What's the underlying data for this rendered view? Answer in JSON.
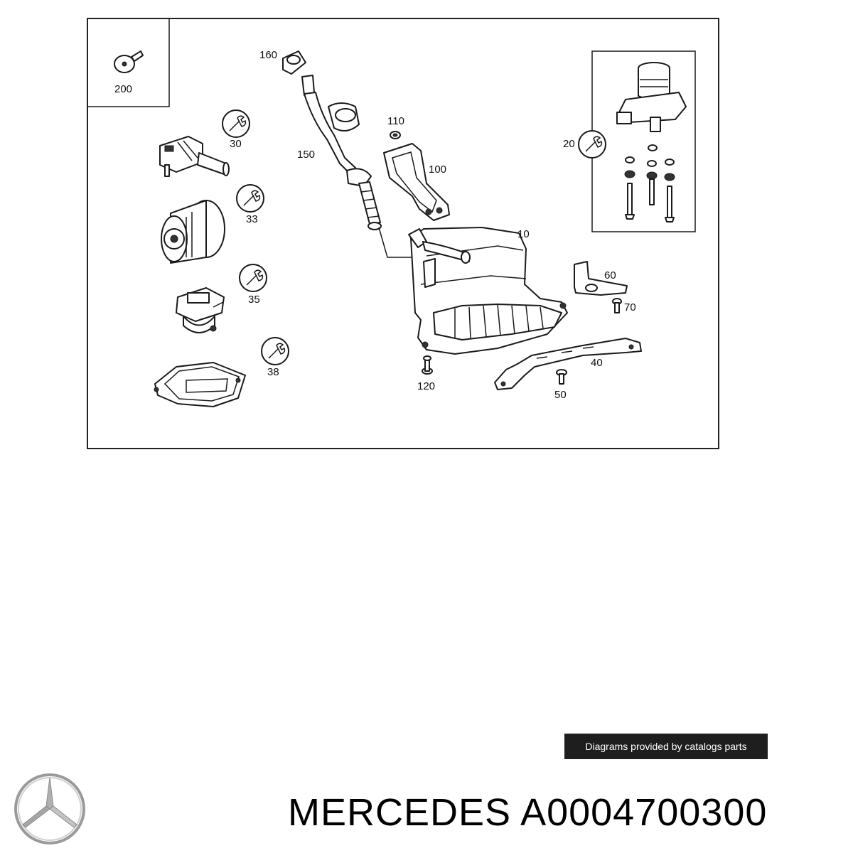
{
  "callouts": {
    "c200": "200",
    "c160": "160",
    "c150": "150",
    "c110": "110",
    "c100": "100",
    "c30": "30",
    "c33": "33",
    "c35": "35",
    "c38": "38",
    "c20": "20",
    "c10": "10",
    "c60": "60",
    "c70": "70",
    "c40": "40",
    "c120": "120",
    "c50": "50"
  },
  "badge": {
    "text": "Diagrams provided by catalogs parts"
  },
  "footer": {
    "title": "MERCEDES A0004700300"
  },
  "colors": {
    "line": "#1a1a1a",
    "badge_bg": "#1e1e1e",
    "badge_text": "#ffffff",
    "frame": "#222222"
  },
  "icons": {
    "service": "wrench-icon",
    "brand": "mercedes-star-icon"
  }
}
